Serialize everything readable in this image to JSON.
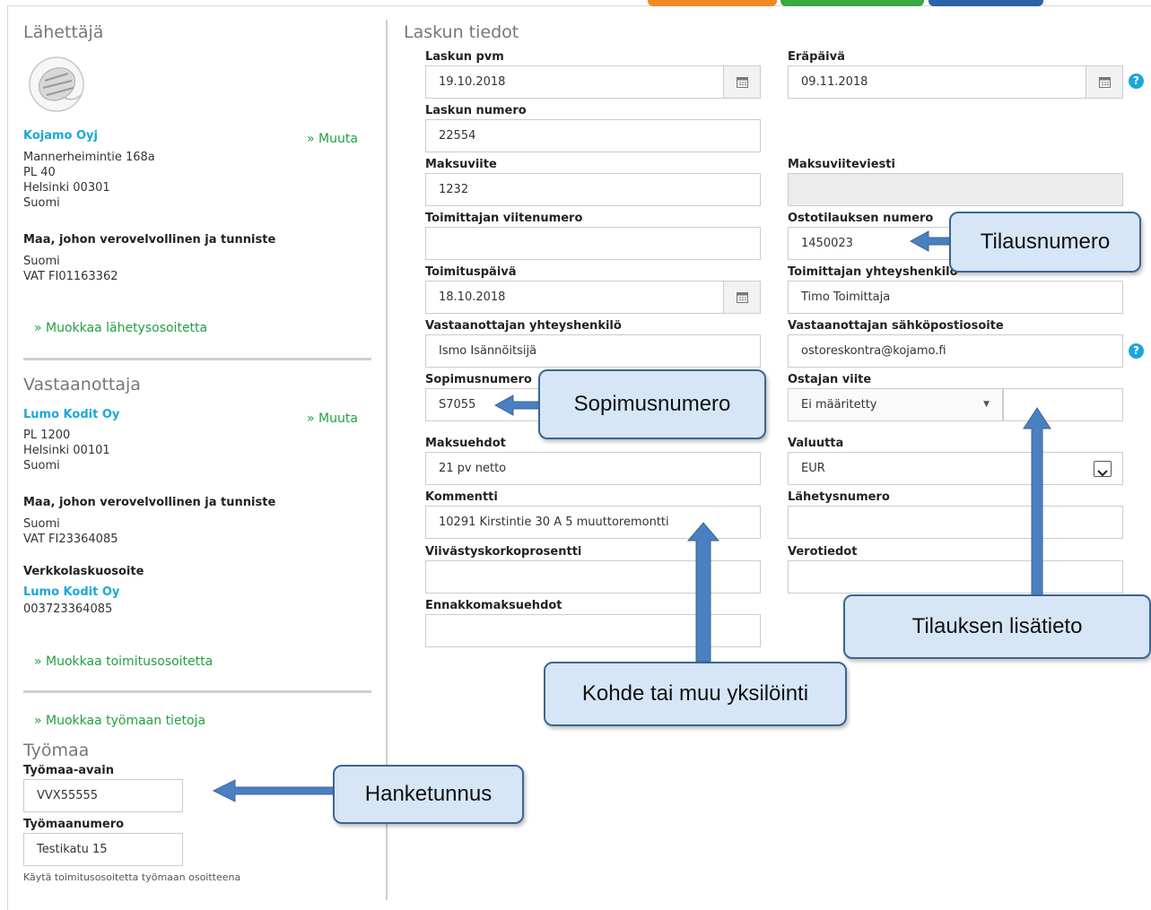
{
  "sender": {
    "heading": "Lähettäjä",
    "company": "Kojamo Oyj",
    "change_link": "» Muuta",
    "address": [
      "Mannerheimintie 168a",
      "PL 40",
      "Helsinki 00301",
      "Suomi"
    ],
    "vat_label": "Maa, johon verovelvollinen ja tunniste",
    "vat_lines": [
      "Suomi",
      "VAT FI01163362"
    ],
    "edit_link": "» Muokkaa lähetysosoitetta"
  },
  "receiver": {
    "heading": "Vastaanottaja",
    "company": "Lumo Kodit Oy",
    "change_link": "» Muuta",
    "address": [
      "PL 1200",
      "Helsinki 00101",
      "Suomi"
    ],
    "vat_label": "Maa, johon verovelvollinen ja tunniste",
    "vat_lines": [
      "Suomi",
      "VAT FI23364085"
    ],
    "einvoice_label": "Verkkolaskuosoite",
    "einvoice_company": "Lumo Kodit Oy",
    "einvoice_address": "003723364085",
    "edit_link": "» Muokkaa toimitusosoitetta"
  },
  "worksite": {
    "edit_link": "» Muokkaa työmaan tietoja",
    "heading": "Työmaa",
    "key_label": "Työmaa-avain",
    "key_value": "VVX55555",
    "number_label": "Työmaanumero",
    "number_value": "Testikatu 15",
    "note": "Käytä toimitusosoitetta työmaan osoitteena"
  },
  "invoice": {
    "heading": "Laskun tiedot",
    "date_label": "Laskun pvm",
    "date_value": "19.10.2018",
    "due_label": "Eräpäivä",
    "due_value": "09.11.2018",
    "number_label": "Laskun numero",
    "number_value": "22554",
    "ref_label": "Maksuviite",
    "ref_value": "1232",
    "ref_msg_label": "Maksuviiteviesti",
    "supplier_ref_label": "Toimittajan viitenumero",
    "supplier_ref_value": "",
    "po_label": "Ostotilauksen numero",
    "po_value": "1450023",
    "delivery_date_label": "Toimituspäivä",
    "delivery_date_value": "18.10.2018",
    "supplier_contact_label": "Toimittajan yhteyshenkilö",
    "supplier_contact_value": "Timo Toimittaja",
    "receiver_contact_label": "Vastaanottajan yhteyshenkilö",
    "receiver_contact_value": "Ismo Isännöitsijä",
    "receiver_email_label": "Vastaanottajan sähköpostiosoite",
    "receiver_email_value": "ostoreskontra@kojamo.fi",
    "contract_label": "Sopimusnumero",
    "contract_value": "S7055",
    "buyer_ref_label": "Ostajan viite",
    "buyer_ref_value": "Ei määritetty",
    "terms_label": "Maksuehdot",
    "terms_value": "21 pv netto",
    "currency_label": "Valuutta",
    "currency_value": "EUR",
    "comment_label": "Kommentti",
    "comment_value": "10291 Kirstintie 30 A 5 muuttoremontti",
    "shipment_label": "Lähetysnumero",
    "shipment_value": "",
    "late_interest_label": "Viivästyskorkoprosentti",
    "late_interest_value": "",
    "tax_label": "Verotiedot",
    "tax_value": "",
    "prepay_label": "Ennakkomaksuehdot",
    "prepay_value": ""
  },
  "callouts": {
    "order_number": "Tilausnumero",
    "contract_number": "Sopimusnumero",
    "order_extra": "Tilauksen lisätieto",
    "target_id": "Kohde tai muu yksilöinti",
    "project_id": "Hanketunnus"
  },
  "help_glyph": "?",
  "colors": {
    "link_blue": "#1aa7d9",
    "link_green": "#22a042",
    "callout_fill": "#d6e6f7",
    "callout_border": "#3b6595",
    "arrow_fill": "#4a7fc1"
  }
}
